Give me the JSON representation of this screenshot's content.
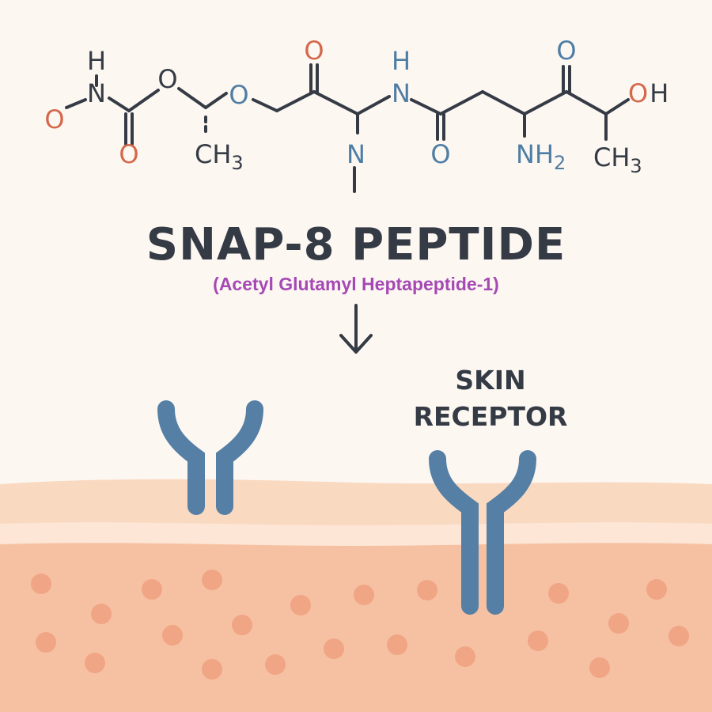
{
  "molecule": {
    "atoms": {
      "h_top_left": "H",
      "n_left": "N",
      "o_left": "O",
      "o_carbonyl_left": "O",
      "o_ester_a": "O",
      "ch3_left": "CH",
      "ch3_left_sub": "3",
      "o_ester_b": "O",
      "o_carbonyl_mid": "O",
      "n_methyl": "N",
      "h_amide": "H",
      "n_amide": "N",
      "o_carbonyl_right": "O",
      "nh2": "NH",
      "nh2_sub": "2",
      "o_ketone": "O",
      "oh": "OH",
      "ch3_right": "CH",
      "ch3_right_sub": "3"
    }
  },
  "title": "SNAP-8 PEPTIDE",
  "subtitle": "(Acetyl Glutamyl Heptapeptide-1)",
  "receptor_label": {
    "line1": "SKIN",
    "line2": "RECEPTOR"
  },
  "colors": {
    "background": "#fdf7f2",
    "title": "#353b45",
    "subtitle": "#a549b5",
    "atom_red": "#d4684b",
    "atom_blue": "#4f7ea5",
    "receptor": "#557fa4",
    "skin_top": "#fad9c1",
    "skin_band": "#fde6d6",
    "skin_lower": "#f6c1a2",
    "skin_cells": "#f0a585"
  }
}
